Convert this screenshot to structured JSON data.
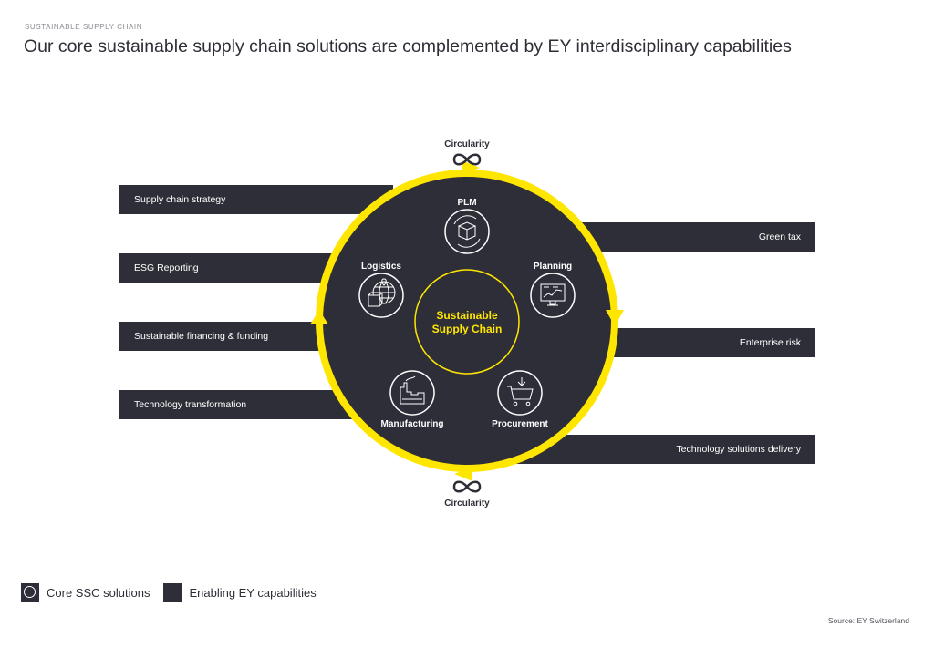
{
  "header": {
    "eyebrow": "SUSTAINABLE SUPPLY CHAIN",
    "title": "Our core sustainable supply chain solutions are complemented by EY interdisciplinary capabilities"
  },
  "colors": {
    "dark": "#2e2e38",
    "accent_yellow": "#ffe600",
    "white": "#ffffff"
  },
  "diagram": {
    "center_label_line1": "Sustainable",
    "center_label_line2": "Supply Chain",
    "cycle_label_top": "Circularity",
    "cycle_label_bottom": "Circularity",
    "cycle_icon": "infinity-icon",
    "core_solutions": [
      {
        "label": "PLM",
        "icon": "package-cycle-icon"
      },
      {
        "label": "Planning",
        "icon": "monitor-chart-icon"
      },
      {
        "label": "Procurement",
        "icon": "shopping-cart-icon"
      },
      {
        "label": "Manufacturing",
        "icon": "factory-icon"
      },
      {
        "label": "Logistics",
        "icon": "globe-box-icon"
      }
    ],
    "left_capabilities": [
      "Supply chain strategy",
      "ESG Reporting",
      "Sustainable financing & funding",
      "Technology transformation"
    ],
    "right_capabilities": [
      "Green tax",
      "Enterprise risk",
      "Technology solutions delivery"
    ]
  },
  "legend": {
    "core_label": "Core SSC solutions",
    "enabling_label": "Enabling EY capabilities"
  },
  "footer": {
    "source": "Source: EY Switzerland"
  }
}
